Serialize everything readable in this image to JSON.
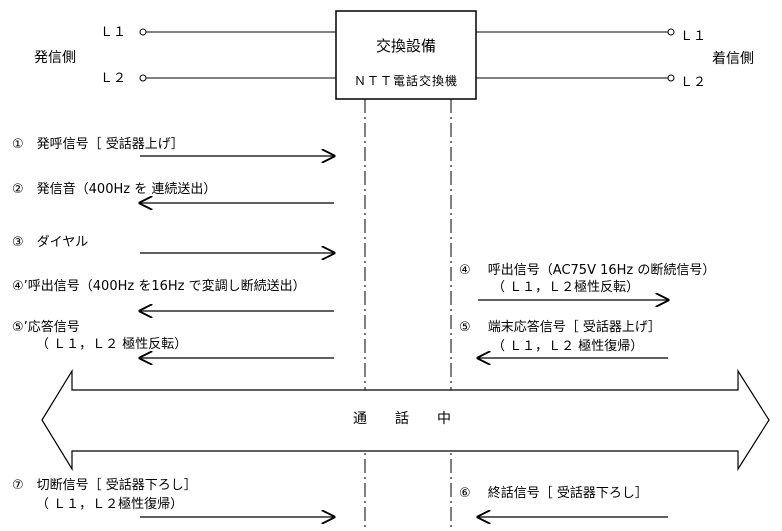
{
  "exchange": {
    "title": "交換設備",
    "subtitle": "ＮＴＴ電話交換機"
  },
  "left_side": {
    "label": "発信側",
    "line1": "Ｌ１",
    "line2": "Ｌ２"
  },
  "right_side": {
    "label": "着信側",
    "line1": "Ｌ１",
    "line2": "Ｌ２"
  },
  "signals": {
    "s1": "①　発呼信号［ 受話器上げ］",
    "s2": "②　発信音（400Hz を 連続送出）",
    "s3": "③　ダイヤル",
    "s4p": "④’呼出信号（400Hz を16Hz で変調し断続送出）",
    "s4": "④　 呼出信号（AC75V 16Hz の断続信号）",
    "s4_sub": "（ Ｌ１，Ｌ２極性反転）",
    "s5p": "⑤’応答信号",
    "s5p_sub": "（ Ｌ１，Ｌ２ 極性反転）",
    "s5": "⑤　 端末応答信号［ 受話器上げ］",
    "s5_sub": "（ Ｌ１，Ｌ２ 極性復帰）",
    "talking": "通　　話　　中",
    "s7": "⑦　切断信号［ 受話器下ろし］",
    "s7_sub": "（ Ｌ１，Ｌ２極性復帰）",
    "s6": "⑥　 終話信号［ 受話器下ろし］"
  }
}
